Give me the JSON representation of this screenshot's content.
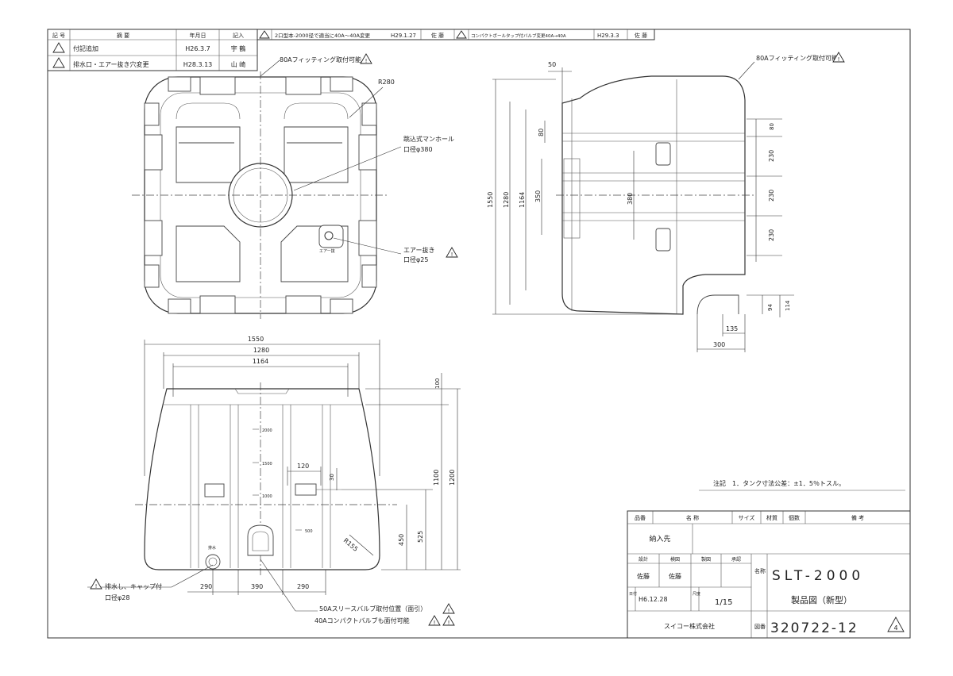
{
  "revision_table": {
    "headers": [
      "記 号",
      "摘 要",
      "年月日",
      "記入"
    ],
    "rows": [
      {
        "desc": "付記追加",
        "date": "H26.3.7",
        "by": "宇 鶴"
      },
      {
        "desc": "排水口・エアー抜き穴変更",
        "date": "H28.3.13",
        "by": "山 崎"
      }
    ],
    "extra_rows": [
      {
        "desc": "2口型本-2000径で適当に40A～40A変更",
        "date": "H29.1.27",
        "by": "佐 藤"
      },
      {
        "desc": "コンパクトボールタップ付バルブ変更40A→40A",
        "date": "H29.3.3",
        "by": "佐 藤"
      }
    ]
  },
  "plan_view": {
    "note_fitting": "80Aフィッティング取付可能",
    "radius_label": "R280",
    "inspection_label": "跳込式マンホール",
    "inspection_dia": "口径φ380",
    "air_label": "エアー抜き",
    "air_dia": "口径φ25",
    "air_small": "エアー抜"
  },
  "side_view": {
    "note_fitting": "80Aフィッティング取付可能",
    "dims": [
      "50",
      "1550",
      "1280",
      "1164",
      "350",
      "380",
      "80",
      "230",
      "230",
      "230",
      "80",
      "94",
      "114",
      "135",
      "300"
    ]
  },
  "front_view": {
    "widths": [
      "1550",
      "1280",
      "1164"
    ],
    "heights": [
      "100",
      "1100",
      "1200",
      "525",
      "450"
    ],
    "levels": [
      "2000",
      "1500",
      "1000",
      "500"
    ],
    "dim_120": "120",
    "dim_30": "30",
    "radius": "R155",
    "drain_small": "排水",
    "spacings": [
      "290",
      "390",
      "290"
    ],
    "callout_drain_1": "排水し、キャップ付",
    "callout_drain_2": "口径φ28",
    "callout_valve_1": "50Aスリースバルブ取付位置（面引）",
    "callout_valve_2": "40Aコンパクトバルブも面付可能"
  },
  "note": "注記　1．タンク寸法公差：±1．5％トスル。",
  "title_block": {
    "product_code_label": "品番",
    "name_label": "名 称",
    "size_label": "サイズ",
    "material_label": "材質",
    "count_label": "個数",
    "remarks_label": "備 考",
    "delivery_label": "納入先",
    "design_label": "設計",
    "check_label": "検図",
    "draw_label": "製図",
    "approve_label": "承認",
    "designer": "佐藤",
    "drafter": "佐藤",
    "date_label": "日付",
    "date": "H6.12.28",
    "scale_label": "尺度",
    "scale": "1/15",
    "name_side": "名称",
    "model": "SLT-2000",
    "subtitle": "製品図（新型）",
    "drawing_no_label": "図番",
    "drawing_no": "320722-12",
    "drawing_rev": "4",
    "company": "スイコー株式会社"
  }
}
